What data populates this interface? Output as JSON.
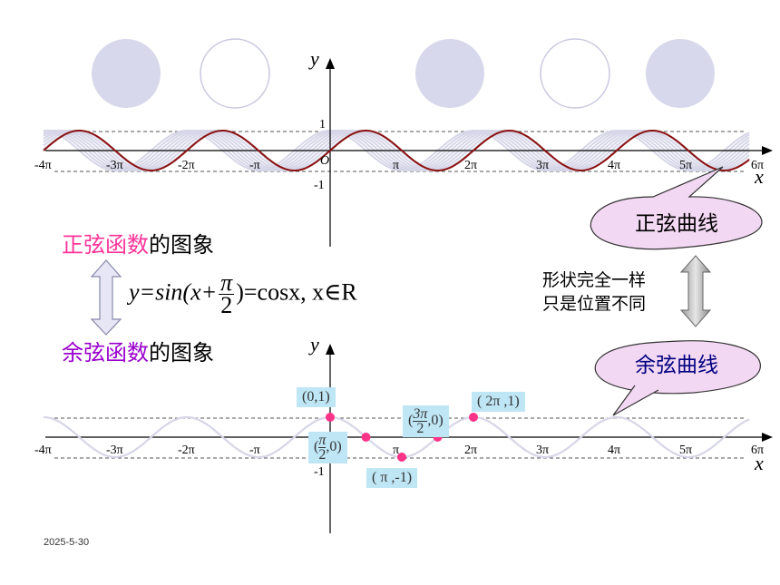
{
  "headings": {
    "sine_highlight": "正弦函数",
    "sine_rest": "的图象",
    "cosine_highlight": "余弦函数",
    "cosine_rest": "的图象"
  },
  "formula": {
    "part1": "y=sin(x+",
    "frac_num": "π",
    "frac_den": "2",
    "part2": ")=cosx,  x∈R"
  },
  "note": {
    "line1": "形状完全一样",
    "line2": "只是位置不同"
  },
  "callouts": {
    "sine": "正弦曲线",
    "cosine": "余弦曲线"
  },
  "date": "2025-5-30",
  "axis_labels": {
    "x": "x",
    "y": "y",
    "one": "1",
    "minus_one": "-1",
    "origin": "O"
  },
  "x_ticks": [
    "-4π",
    "-3π",
    "-2π",
    "-π",
    "π",
    "2π",
    "3π",
    "4π",
    "5π",
    "6π"
  ],
  "points": [
    {
      "label": "(0,1)",
      "x": 0,
      "y": 1
    },
    {
      "label_num": "π",
      "label_den": "2",
      "label_rest": ",0)",
      "x": 0.5,
      "y": 0
    },
    {
      "label": "( π ,-1)",
      "x": 1,
      "y": -1
    },
    {
      "label_num": "3π",
      "label_den": "2",
      "label_rest": ",0)",
      "x": 1.5,
      "y": 0
    },
    {
      "label": "( 2π ,1)",
      "x": 2,
      "y": 1
    }
  ],
  "colors": {
    "sine_curve": "#8b1010",
    "cosine_curve": "#d6d6e8",
    "point": "#ff3388",
    "label_bg": "#bfe6f5",
    "callout_fill": "#f3d8f3",
    "sine_callout_text": "#000000",
    "cosine_callout_text": "#000080"
  }
}
